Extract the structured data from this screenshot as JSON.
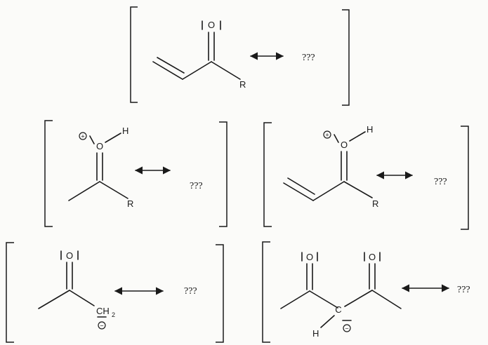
{
  "colors": {
    "ink": "#1a1a1a",
    "paper": "#fbfbf9"
  },
  "panels": [
    {
      "id": "propenone",
      "unknown_label": "???",
      "atoms": {
        "oxygen": "O",
        "r_group": "R"
      }
    },
    {
      "id": "protonated-ketone",
      "unknown_label": "???",
      "atoms": {
        "oxygen": "O",
        "hydrogen": "H",
        "r_group": "R",
        "charge": "+"
      }
    },
    {
      "id": "protonated-enone",
      "unknown_label": "???",
      "atoms": {
        "oxygen": "O",
        "hydrogen": "H",
        "r_group": "R",
        "charge": "+"
      }
    },
    {
      "id": "enolate",
      "unknown_label": "???",
      "atoms": {
        "oxygen": "O",
        "carbon": "CH",
        "subscript": "2",
        "charge": "−"
      }
    },
    {
      "id": "diketone-anion",
      "unknown_label": "???",
      "atoms": {
        "oxygen_left": "O",
        "oxygen_right": "O",
        "carbon": "C",
        "hydrogen": "H",
        "charge": "−"
      }
    }
  ]
}
